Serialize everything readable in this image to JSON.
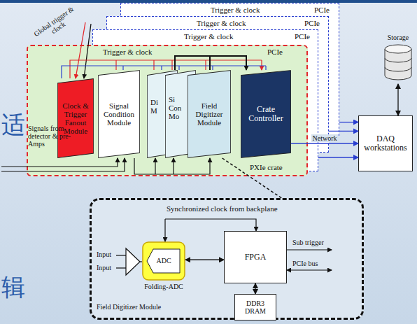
{
  "diagram": {
    "nodes": [
      {
        "text": [
          "Trigger & clock",
          "PCIe"
        ]
      },
      {
        "text": [
          "Trigger & clock",
          "PCIe"
        ]
      },
      {
        "text": [
          "Trigger & clock",
          "PCIe"
        ]
      },
      {
        "text": [
          "Trigger & clock",
          "PCIe",
          "PXIe crate"
        ]
      },
      {
        "text": [
          "Clock & Trigger Fanout Module"
        ],
        "in": 3
      },
      {
        "text": [
          "Signal Condition Module"
        ],
        "in": 3
      },
      {
        "text": [
          "Di M"
        ],
        "in": 3
      },
      {
        "text": [
          "Si Con Mo"
        ],
        "in": 3
      },
      {
        "text": [
          "Field Digitizer Module"
        ],
        "in": 3
      },
      {
        "text": [
          "Crate Controller"
        ],
        "in": 3
      },
      {
        "text": [
          "Storage"
        ]
      },
      {
        "text": [
          "DAQ workstations"
        ]
      },
      {
        "text": [
          "Field Digitizer Module"
        ]
      },
      {
        "text": [
          "ADC",
          "Folding-ADC"
        ],
        "in": 12
      },
      {
        "text": [
          "FPGA"
        ],
        "in": 12
      },
      {
        "text": [
          "DDR3 DRAM"
        ],
        "in": 12
      }
    ],
    "edges": [
      {
        "from": 0,
        "to": 11,
        "arrow": "to"
      },
      {
        "from": 1,
        "to": 11,
        "arrow": "to"
      },
      {
        "from": 2,
        "to": 11,
        "arrow": "to"
      },
      {
        "from": 9,
        "to": 11,
        "label": "Network",
        "arrow": "to"
      },
      {
        "from": 11,
        "to": 10,
        "arrow": "both"
      },
      {
        "from": 13,
        "to": 14,
        "arrow": "both"
      },
      {
        "from": 14,
        "to": 15,
        "arrow": "both"
      },
      {
        "from": 8,
        "to": 12,
        "arrow": "none"
      }
    ],
    "labels": [
      "Global trigger & clock",
      "Signals from detector & pre-Amps",
      "Synchronized clock from backplane",
      "Input",
      "Input",
      "Sub trigger",
      "PCIe bus",
      "适",
      "辑"
    ]
  }
}
